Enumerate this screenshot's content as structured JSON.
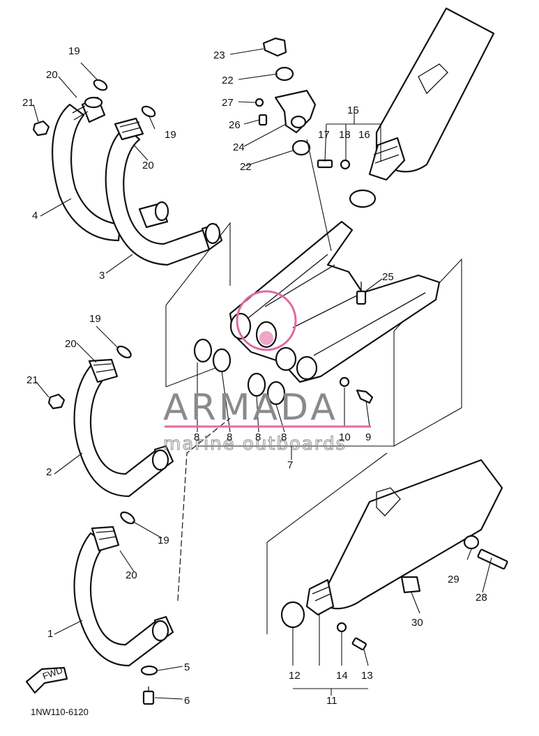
{
  "diagram": {
    "part_numbers": [
      "1",
      "2",
      "3",
      "4",
      "5",
      "6",
      "7",
      "8",
      "9",
      "10",
      "11",
      "12",
      "13",
      "14",
      "15",
      "16",
      "17",
      "18",
      "19",
      "20",
      "21",
      "22",
      "23",
      "24",
      "25",
      "26",
      "27",
      "28",
      "29",
      "30"
    ],
    "diagram_code": "1NW110-6120",
    "fwd_label": "FWD"
  },
  "watermark": {
    "brand": "ARMADA",
    "tagline": "marine outboards",
    "accent_color": "#e06aa0"
  },
  "labels": {
    "p1": "1",
    "p2": "2",
    "p3": "3",
    "p4": "4",
    "p5": "5",
    "p6": "6",
    "p7": "7",
    "p8a": "8",
    "p8b": "8",
    "p8c": "8",
    "p8d": "8",
    "p9": "9",
    "p10": "10",
    "p11": "11",
    "p12": "12",
    "p13": "13",
    "p14": "14",
    "p15": "15",
    "p16": "16",
    "p17": "17",
    "p18": "18",
    "p19a": "19",
    "p19b": "19",
    "p19c": "19",
    "p19d": "19",
    "p20a": "20",
    "p20b": "20",
    "p20c": "20",
    "p20d": "20",
    "p21a": "21",
    "p21b": "21",
    "p22a": "22",
    "p22b": "22",
    "p23": "23",
    "p24": "24",
    "p25": "25",
    "p26": "26",
    "p27": "27",
    "p28": "28",
    "p29": "29",
    "p30": "30"
  }
}
